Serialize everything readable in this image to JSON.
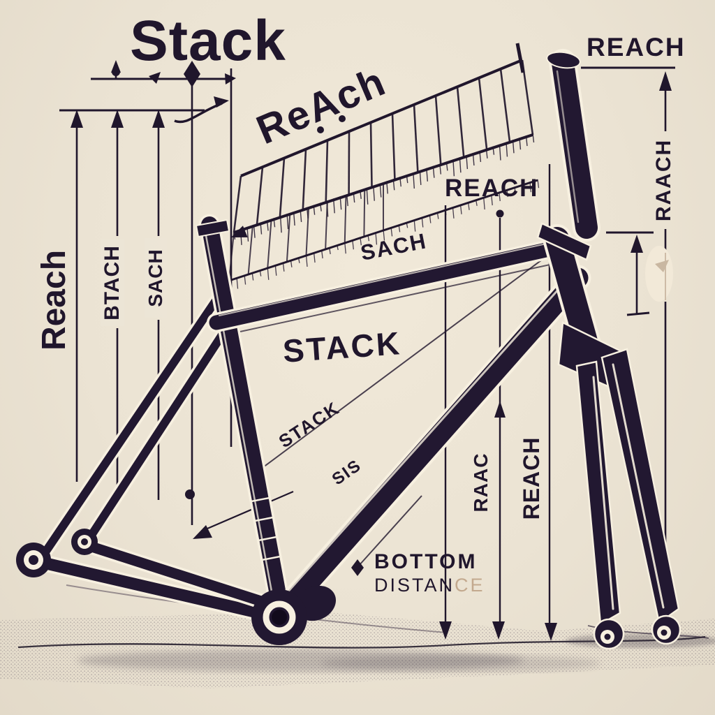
{
  "meta": {
    "background_color": "#ebe3d3",
    "ink_color": "#20162c",
    "faded_text_color": "#c3a98e",
    "illustration": "hand-drawn style bicycle frame geometry diagram with dimension arrows and a diagonal ruler band"
  },
  "labels": {
    "title": "Stack",
    "reach_diagonal": "ReAch",
    "reach_top_right": "REACH",
    "raach_right_vertical": "RAACH",
    "reach_middle": "REACH",
    "sach_middle": "SACH",
    "stack_center": "STACK",
    "reach_left_vertical": "Reach",
    "btach_left_vertical": "BTACH",
    "sach_left_vertical": "SACH",
    "stack_small_diagonal": "STACK",
    "sis_diagonal": "SIS",
    "raac_bottom_vertical": "RAAC",
    "reach_bottom_vertical": "REACH",
    "bottom_line1": "BOTTOM",
    "bottom_line2_dark": "DISTAN",
    "bottom_line2_faded": "CE"
  }
}
